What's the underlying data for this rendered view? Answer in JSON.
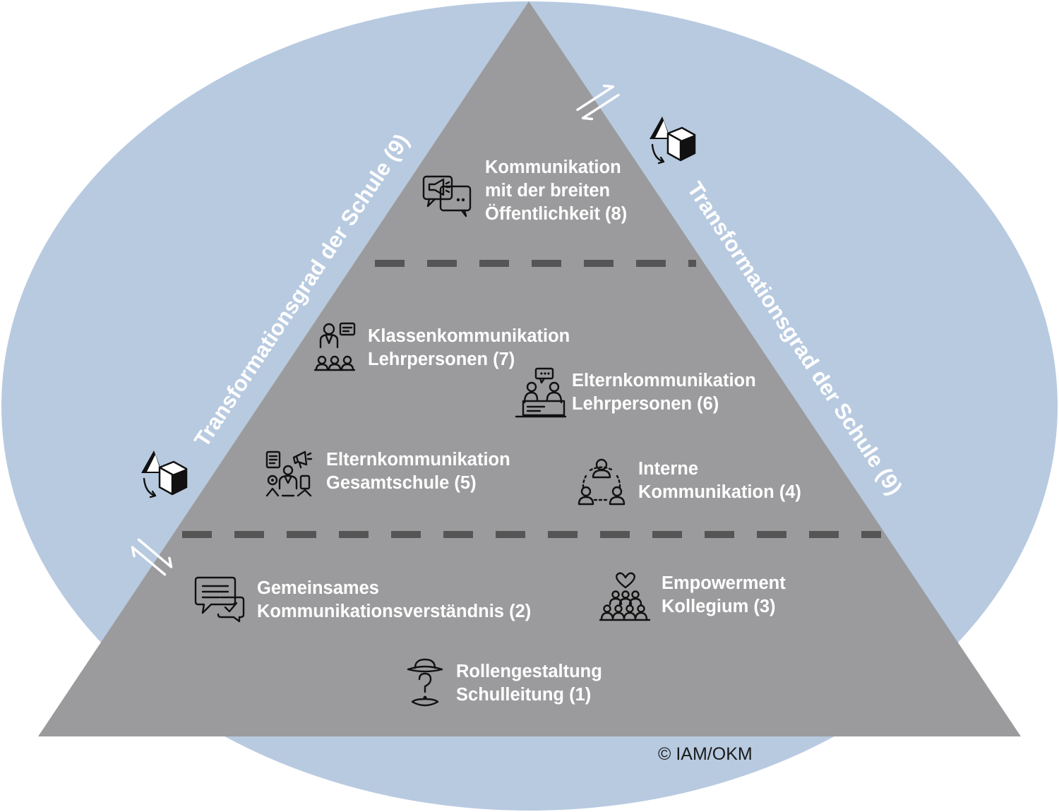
{
  "levels": {
    "l8": {
      "line1": "Kommunikation",
      "line2": "mit der breiten",
      "line3": "Öffentlichkeit (8)",
      "icon": "megaphone-chat-icon"
    },
    "l7": {
      "line1": "Klassenkommunikation",
      "line2": "Lehrpersonen (7)",
      "icon": "teacher-class-icon"
    },
    "l6": {
      "line1": "Elternkommunikation",
      "line2": "Lehrpersonen (6)",
      "icon": "parent-teacher-meeting-icon"
    },
    "l5": {
      "line1": "Elternkommunikation",
      "line2": "Gesamtschule (5)",
      "icon": "school-communication-icon"
    },
    "l4": {
      "line1": "Interne",
      "line2": "Kommunikation (4)",
      "icon": "team-network-icon"
    },
    "l2": {
      "line1": "Gemeinsames",
      "line2": "Kommunikationsverständnis (2)",
      "icon": "chat-check-icon"
    },
    "l3": {
      "line1": "Empowerment",
      "line2": "Kollegium (3)",
      "icon": "group-heart-icon"
    },
    "l1": {
      "line1": "Rollengestaltung",
      "line2": "Schulleitung (1)",
      "icon": "role-hat-icon"
    }
  },
  "side_label_left": "Transformationsgrad der Schule (9)",
  "side_label_right": "Transformationsgrad der Schule (9)",
  "copyright": "© IAM/OKM",
  "colors": {
    "ellipse": "#b8cae0",
    "pyramid": "#9b9b9d",
    "divider": "#555555",
    "label_text": "#ffffff"
  }
}
